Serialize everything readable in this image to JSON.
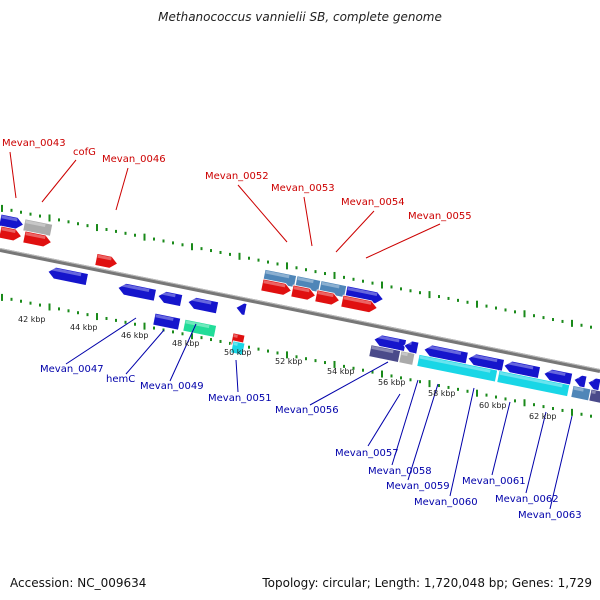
{
  "header": {
    "title": "Methanococcus vannielii SB, complete genome"
  },
  "footer": {
    "accession": "Accession: NC_009634",
    "stats": "Topology: circular; Length: 1,720,048 bp; Genes: 1,729"
  },
  "scale_labels": [
    "42 kbp",
    "44 kbp",
    "46 kbp",
    "48 kbp",
    "50 kbp",
    "52 kbp",
    "54 kbp",
    "56 kbp",
    "58 kbp",
    "60 kbp",
    "62 kbp"
  ],
  "top_labels": [
    "Mevan_0043",
    "cofG",
    "Mevan_0046",
    "Mevan_0052",
    "Mevan_0053",
    "Mevan_0054",
    "Mevan_0055"
  ],
  "bottom_labels": [
    "Mevan_0047",
    "hemC",
    "Mevan_0049",
    "Mevan_0051",
    "Mevan_0056",
    "Mevan_0057",
    "Mevan_0058",
    "Mevan_0059",
    "Mevan_0060",
    "Mevan_0061",
    "Mevan_0062",
    "Mevan_0063"
  ],
  "colors": {
    "backbone": "#777777",
    "tick": "#1a8a1a",
    "gene_blue": "#1515cc",
    "gene_red": "#e01010",
    "gene_steel": "#4f86b8",
    "gene_cyan": "#19d6e6",
    "gene_green": "#22dd99",
    "gene_purple": "#4a4a8a",
    "gene_gray": "#aaaaaa",
    "label_red": "#cc0000",
    "label_blue": "#0000aa"
  }
}
